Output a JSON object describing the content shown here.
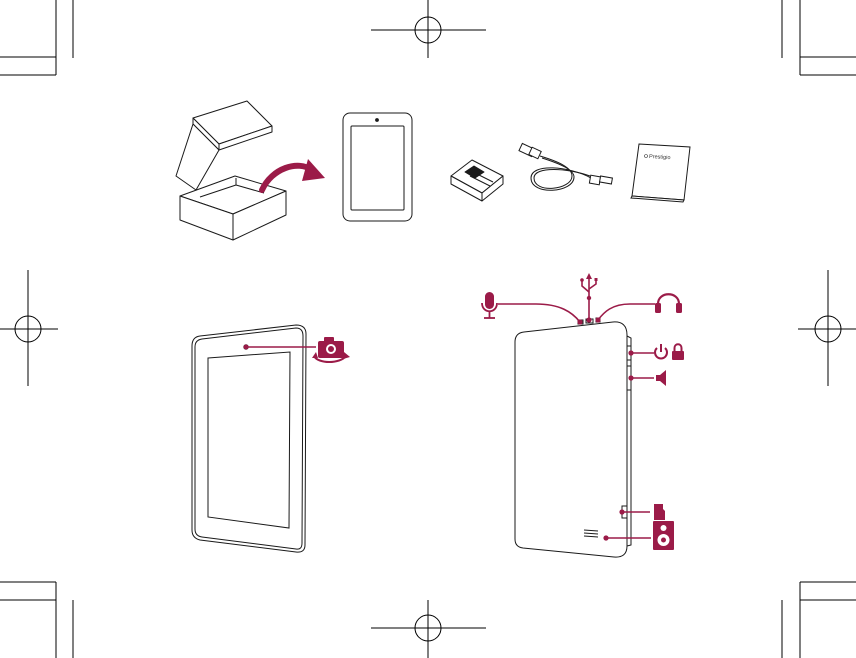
{
  "page": {
    "background": "#ffffff",
    "line_color": "#1a1a1a",
    "accent_color": "#9b1b48"
  },
  "unboxing": {
    "box_icon": "open-box-icon",
    "arrow_icon": "curved-arrow-icon",
    "tablet_icon": "tablet-front-icon"
  },
  "package_contents": {
    "items": [
      "power-adapter-icon",
      "usb-cable-icon",
      "user-manual-icon"
    ],
    "manual_brand_text": "Prestigio"
  },
  "device_front": {
    "callouts": [
      "front-camera-icon"
    ]
  },
  "device_back": {
    "callouts": [
      "microphone-icon",
      "usb-port-icon",
      "headphone-jack-icon",
      "power-lock-icon",
      "volume-icon",
      "microsd-card-icon",
      "speaker-icon"
    ]
  },
  "print_marks": [
    "crop-marks",
    "registration-marks"
  ]
}
